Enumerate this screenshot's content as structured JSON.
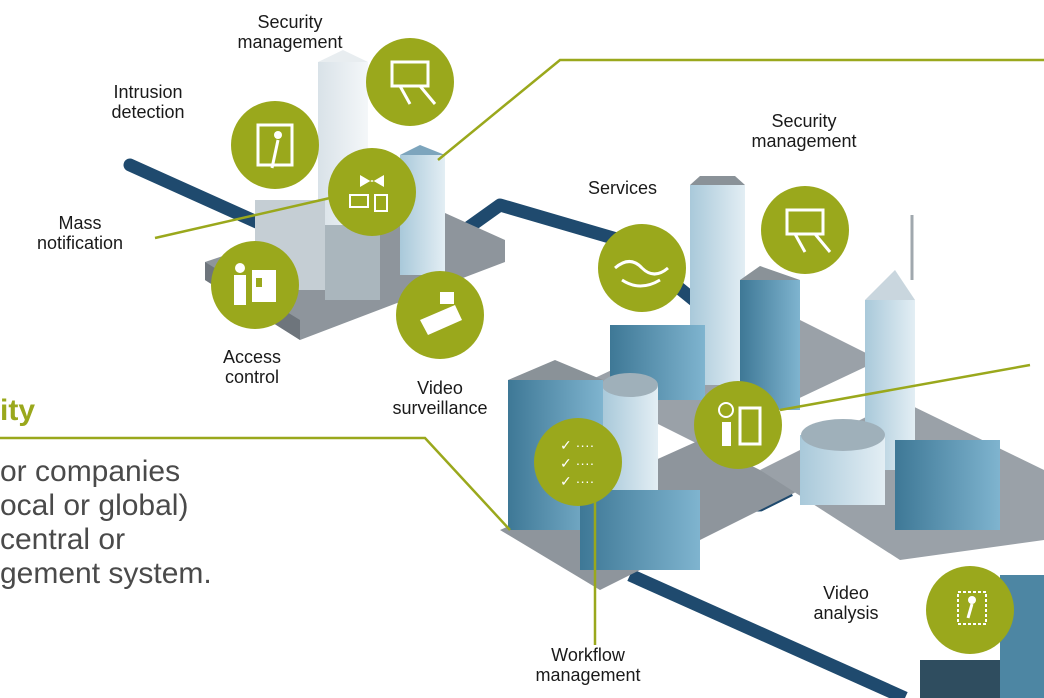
{
  "labels": {
    "security_management_top": "Security\nmanagement",
    "intrusion_detection": "Intrusion\ndetection",
    "mass_notification": "Mass\nnotification",
    "access_control": "Access\ncontrol",
    "video_surveillance": "Video\nsurveillance",
    "security_management_right": "Security\nmanagement",
    "services": "Services",
    "workflow_management": "Workflow\nmanagement",
    "video_analysis": "Video\nanalysis"
  },
  "panel": {
    "heading": "ity",
    "body": "or companies\nocal or global)\ncentral or\ngement system."
  },
  "colors": {
    "accent_green": "#9aa81c",
    "network_line": "#1f4a6e",
    "platform": "#8e959c",
    "building_blue": "#5d93b0"
  }
}
